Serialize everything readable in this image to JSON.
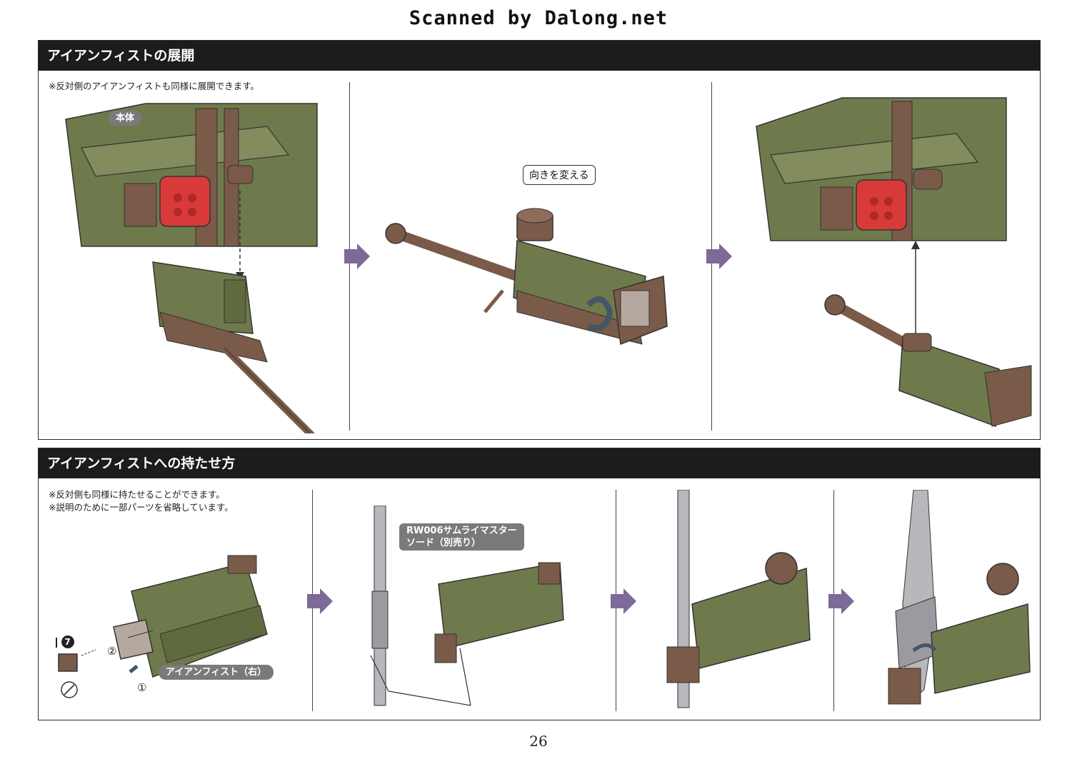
{
  "scan_credit": "Scanned by Dalong.net",
  "sections": {
    "deploy": {
      "title": "アイアンフィストの展開",
      "note": "※反対側のアイアンフィストも同様に展開できます。",
      "callouts": {
        "body": "本体",
        "rotate": "向きを変える"
      }
    },
    "grip": {
      "title": "アイアンフィストへの持たせ方",
      "notes": [
        "※反対側も同様に持たせることができます。",
        "※説明のために一部パーツを省略しています。"
      ],
      "callouts": {
        "part_number": "7",
        "step1": "①",
        "step2": "②",
        "iron_fist_right": "アイアンフィスト（右）",
        "sword_line1": "RW006サムライマスター",
        "sword_line2": "ソード（別売り）"
      }
    }
  },
  "colors": {
    "armor_green": "#6f7a4c",
    "armor_dark": "#55603a",
    "frame_brown": "#7a5a48",
    "missile_red": "#d83a3a",
    "blade_gray": "#b8b8bc",
    "step_arrow": "#7d6a99"
  },
  "page_number": "26"
}
